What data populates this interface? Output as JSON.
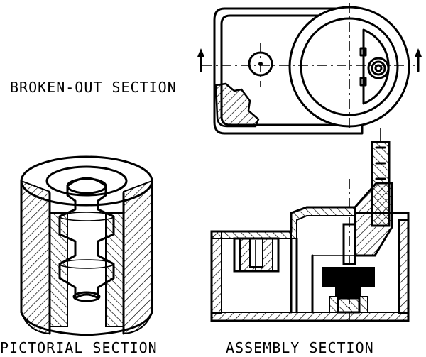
{
  "labels": {
    "broken_out": "BROKEN-OUT SECTION",
    "pictorial": "PICTORIAL SECTION",
    "assembly": "ASSEMBLY SECTION"
  }
}
